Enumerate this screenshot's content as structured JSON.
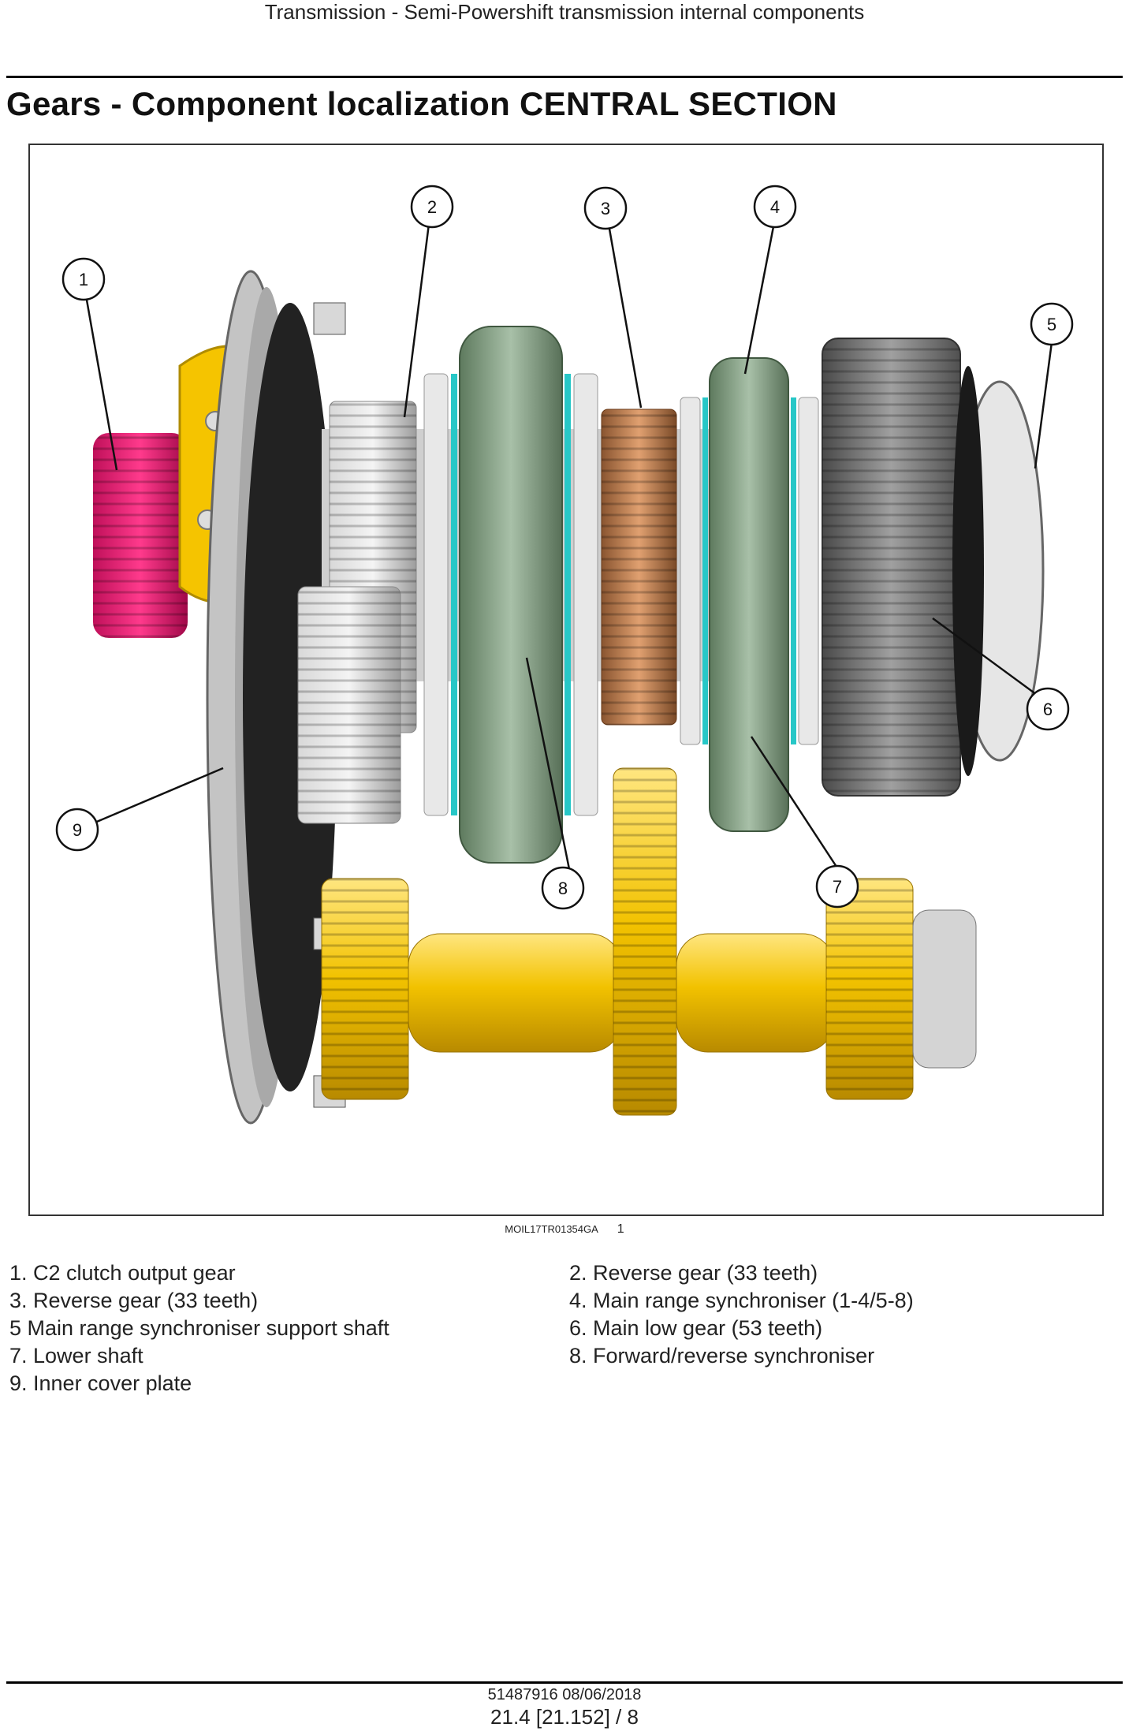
{
  "header": {
    "section_title": "Transmission - Semi-Powershift transmission internal components"
  },
  "page": {
    "title": "Gears - Component localization CENTRAL SECTION"
  },
  "figure": {
    "image_code": "MOIL17TR01354GA",
    "figure_number": "1",
    "callouts": [
      "1",
      "2",
      "3",
      "4",
      "5",
      "6",
      "7",
      "8",
      "9"
    ],
    "colors": {
      "clutch_gear": "#e0186e",
      "yellow_parts": "#f2c200",
      "cover_plate": "#b9b9b9",
      "synchroniser": "#7e9a7e",
      "reverse_gear_bronze": "#b2703f",
      "low_gear": "#808080",
      "seal_ring": "#27c7c7"
    }
  },
  "legend": {
    "items": [
      "1.  C2 clutch output gear",
      "2.  Reverse gear (33 teeth)",
      "3.  Reverse gear (33 teeth)",
      "4.  Main range synchroniser (1-4/5-8)",
      "5 Main range synchroniser support shaft",
      "6.  Main low gear (53 teeth)",
      "7.  Lower shaft",
      "8.  Forward/reverse synchroniser",
      "9.  Inner cover plate"
    ]
  },
  "footer": {
    "doc_ref": "51487916 08/06/2018",
    "page_ref": "21.4 [21.152] / 8"
  }
}
